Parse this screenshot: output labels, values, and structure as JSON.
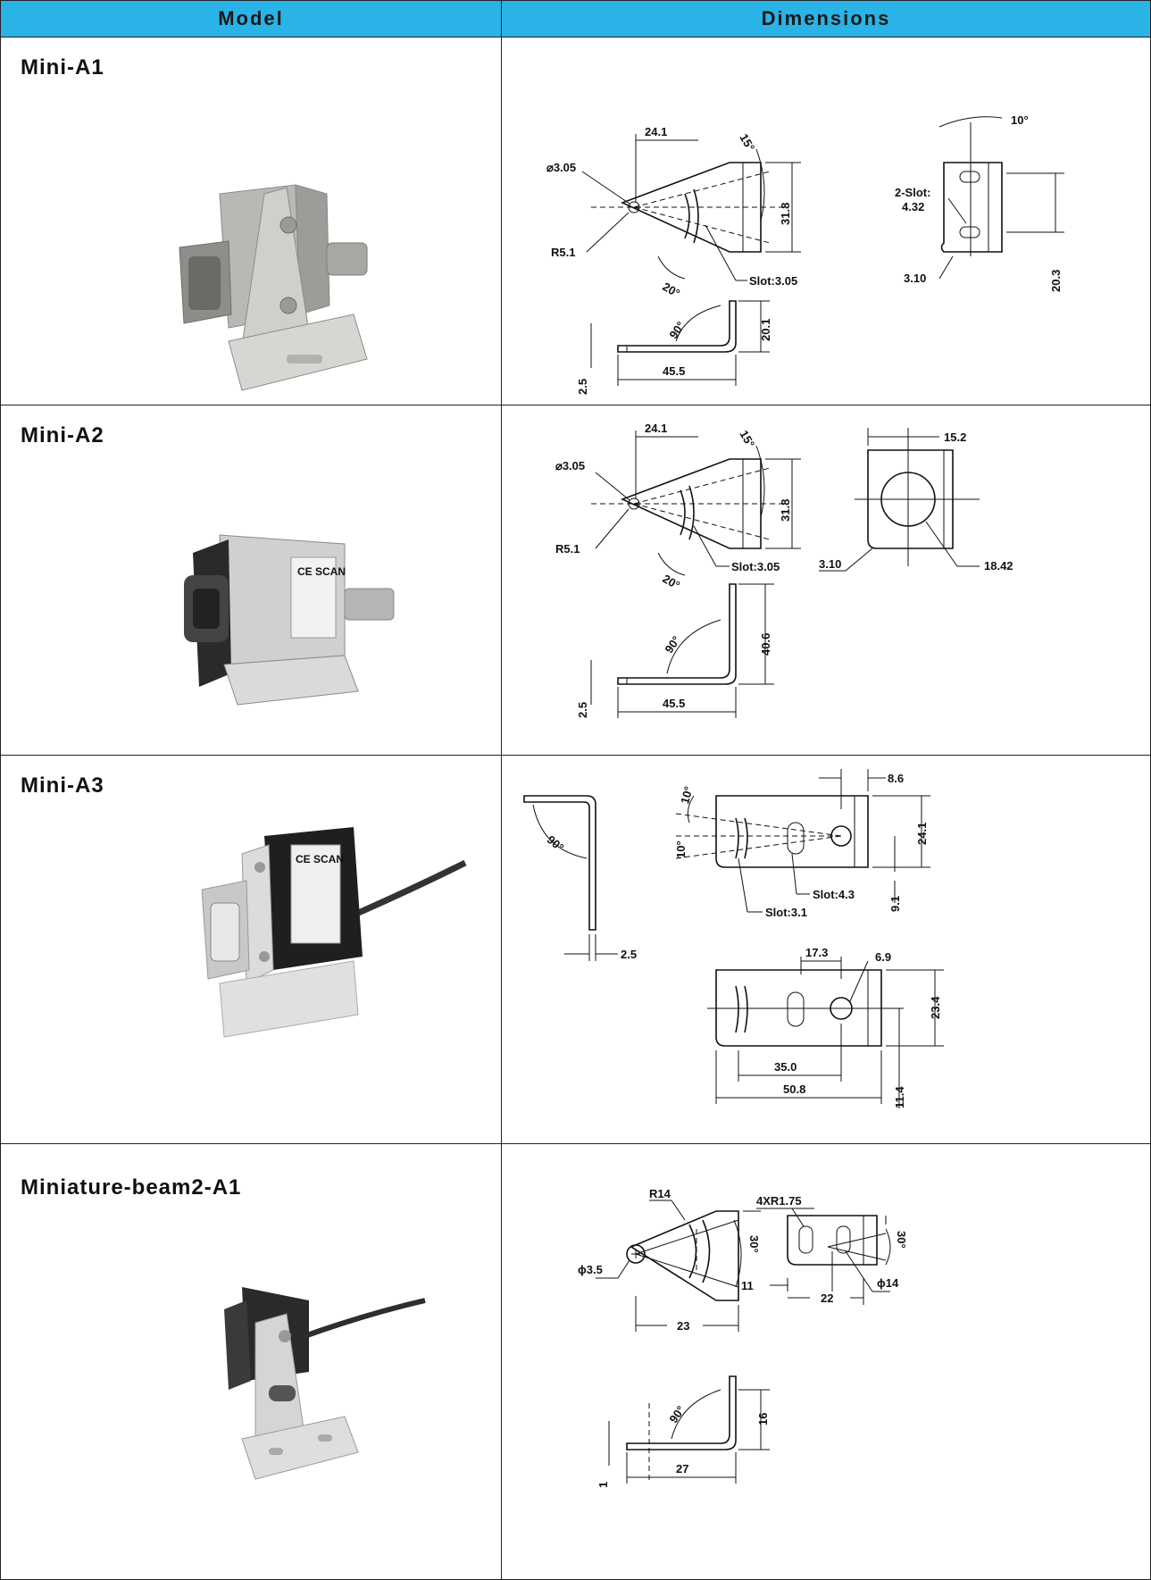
{
  "table": {
    "headers": {
      "model": "Model",
      "dimensions": "Dimensions"
    },
    "rows": [
      {
        "model": "Mini-A1",
        "dims": {
          "d1": "24.1",
          "d2": "15°",
          "d3": "⌀3.05",
          "d4": "R5.1",
          "d5": "20°",
          "d6": "Slot:3.05",
          "d7": "31.8",
          "d8": "10°",
          "d9": "2-Slot:",
          "d10": "4.32",
          "d11": "3.10",
          "d12": "20.3",
          "d13": "90°",
          "d14": "20.1",
          "d15": "45.5",
          "d16": "2.5"
        }
      },
      {
        "model": "Mini-A2",
        "dims": {
          "d1": "24.1",
          "d2": "15°",
          "d3": "⌀3.05",
          "d4": "R5.1",
          "d5": "20°",
          "d6": "Slot:3.05",
          "d7": "31.8",
          "d8": "15.2",
          "d9": "3.10",
          "d10": "18.42",
          "d11": "90°",
          "d12": "40.6",
          "d13": "45.5",
          "d14": "2.5"
        }
      },
      {
        "model": "Mini-A3",
        "dims": {
          "d1": "90°",
          "d2": "2.5",
          "d3": "8.6",
          "d4": "10°",
          "d5": "10°",
          "d6": "24.1",
          "d7": "Slot:4.3",
          "d8": "Slot:3.1",
          "d9": "9.1",
          "d10": "17.3",
          "d11": "6.9",
          "d12": "23.4",
          "d13": "35.0",
          "d14": "50.8",
          "d15": "11.4"
        }
      },
      {
        "model": "Miniature-beam2-A1",
        "dims": {
          "d1": "R14",
          "d2": "30°",
          "d3": "ϕ3.5",
          "d4": "23",
          "d5": "4XR1.75",
          "d6": "30°",
          "d7": "11",
          "d8": "22",
          "d9": "ϕ14",
          "d10": "90°",
          "d11": "16",
          "d12": "1",
          "d13": "27"
        }
      }
    ]
  }
}
